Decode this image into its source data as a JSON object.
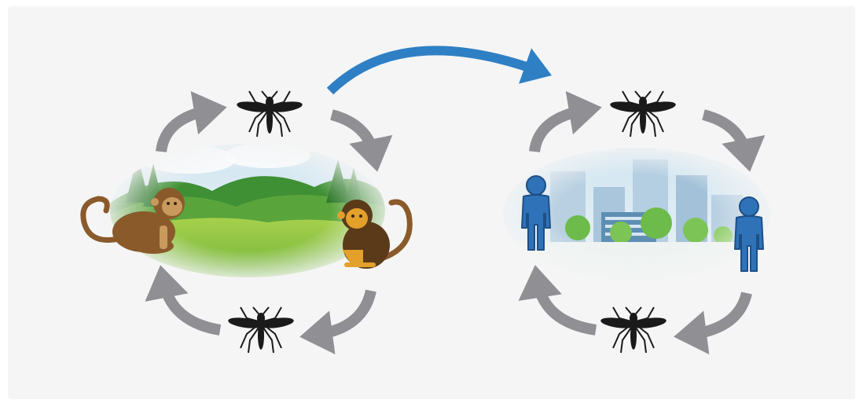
{
  "figure": {
    "description_role": "transmission-cycle-diagram",
    "colors": {
      "background": "#f5f5f5",
      "cycle_arrow": "#8f8f94",
      "spillover_arrow": "#2f7fc4",
      "mosquito": "#1a1a1a",
      "human": "#2f72b8",
      "human_outline": "#1d4f86",
      "monkey_brown": "#8a5a2b",
      "monkey_light": "#c89a5e",
      "monkey_dark_brown": "#5b3a1a",
      "monkey_orange_face": "#e3a02a",
      "forest_green": "#5aa43c",
      "grass_green": "#8cc63e",
      "sky": "#dbeaf3",
      "building": "#9fbfd6",
      "tree_green": "#6dbb4a"
    },
    "left_cycle": {
      "name": "sylvatic-cycle",
      "hosts": [
        "monkey-icon",
        "monkey-icon"
      ],
      "vectors": [
        "mosquito-icon",
        "mosquito-icon"
      ],
      "scene": "forest-scene"
    },
    "right_cycle": {
      "name": "urban-cycle",
      "hosts": [
        "human-icon",
        "human-icon"
      ],
      "vectors": [
        "mosquito-icon",
        "mosquito-icon"
      ],
      "scene": "city-scene"
    },
    "spillover": {
      "icon": "curved-arrow-icon"
    }
  }
}
